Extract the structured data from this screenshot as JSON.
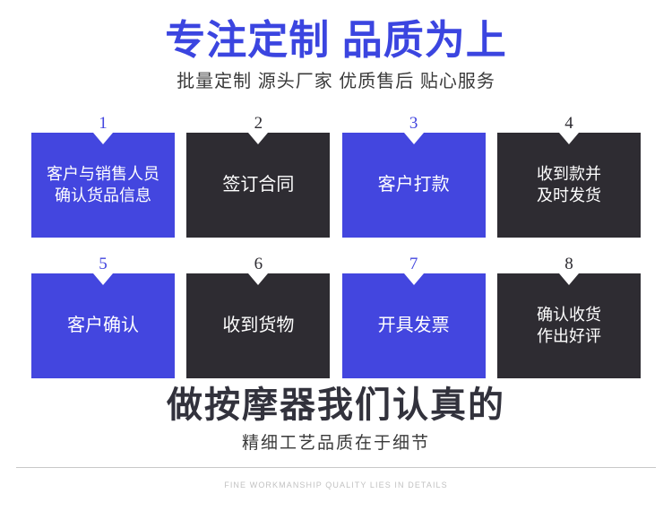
{
  "header": {
    "title": "专注定制 品质为上",
    "subtitle": "批量定制 源头厂家 优质售后 贴心服务",
    "title_color": "#3b45e0",
    "subtitle_color": "#3a3a3a"
  },
  "theme": {
    "blue": "#4346df",
    "dark": "#2e2c32",
    "background": "#ffffff",
    "rule_color": "#c9c9c9",
    "english_color": "#c2c2c2"
  },
  "steps": [
    {
      "number": "1",
      "label": "客户与销售人员\n确认货品信息",
      "style": "blue",
      "size": "small"
    },
    {
      "number": "2",
      "label": "签订合同",
      "style": "dark",
      "size": "large"
    },
    {
      "number": "3",
      "label": "客户打款",
      "style": "blue",
      "size": "large"
    },
    {
      "number": "4",
      "label": "收到款并\n及时发货",
      "style": "dark",
      "size": "small"
    },
    {
      "number": "5",
      "label": "客户确认",
      "style": "blue",
      "size": "large"
    },
    {
      "number": "6",
      "label": "收到货物",
      "style": "dark",
      "size": "large"
    },
    {
      "number": "7",
      "label": "开具发票",
      "style": "blue",
      "size": "large"
    },
    {
      "number": "8",
      "label": "确认收货\n作出好评",
      "style": "dark",
      "size": "small"
    }
  ],
  "footer": {
    "title": "做按摩器我们认真的",
    "subtitle": "精细工艺品质在于细节",
    "english": "FINE WORKMANSHIP QUALITY LIES IN DETAILS"
  }
}
